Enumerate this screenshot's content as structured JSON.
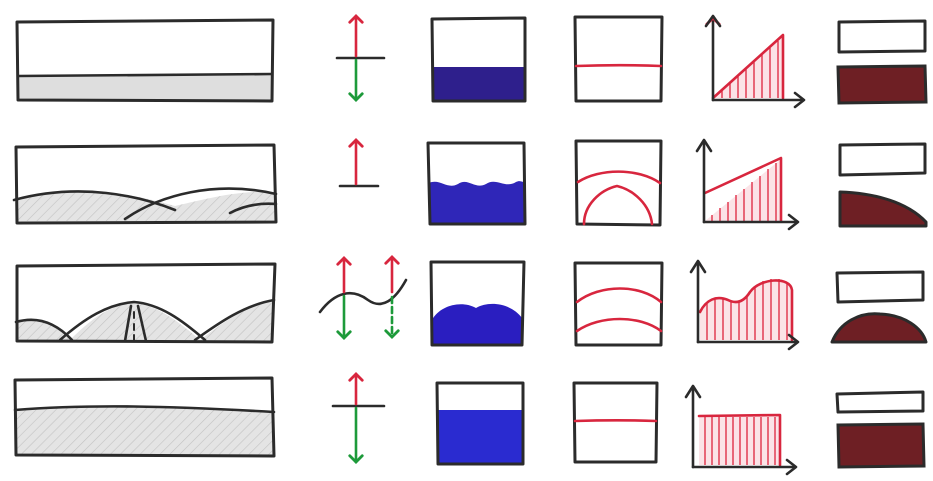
{
  "colors": {
    "outline": "#2b2b2b",
    "terrain_fill": "#dedede",
    "arrow_up": "#d8263e",
    "arrow_down": "#1d9a3a",
    "water_dark": "#2e1f8c",
    "water_mid": "#2f26b8",
    "water_bright": "#2a2bd0",
    "graph_red": "#e0304a",
    "maroon": "#6e1f24"
  },
  "rows": [
    {
      "terrain": "flat",
      "arrows": "up-down",
      "water": "flat",
      "section": "flat",
      "graph": "ramp",
      "block": "flat"
    },
    {
      "terrain": "dunes",
      "arrows": "up",
      "water": "wavy",
      "section": "double-arch",
      "graph": "ramp",
      "block": "sloped"
    },
    {
      "terrain": "hills-road",
      "arrows": "double-wave",
      "water": "mound",
      "section": "arches",
      "graph": "humps",
      "block": "mound"
    },
    {
      "terrain": "flat",
      "arrows": "up-down",
      "water": "flat",
      "section": "flat",
      "graph": "block",
      "block": "flat"
    }
  ]
}
